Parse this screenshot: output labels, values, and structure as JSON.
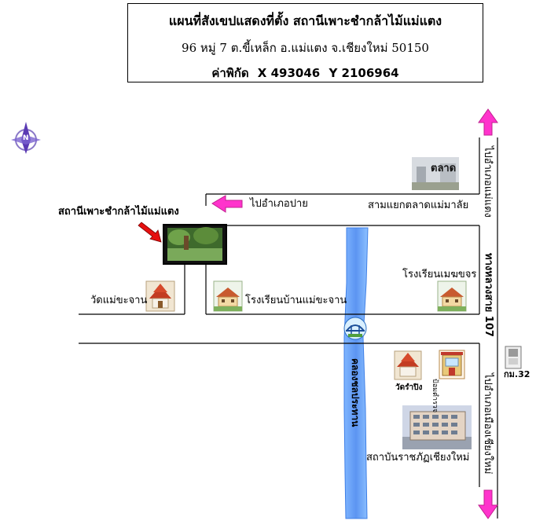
{
  "header": {
    "title": "แผนที่สังเขปแสดงที่ตั้ง สถานีเพาะชำกล้าไม้แม่แตง",
    "address": "96 หมู่ 7 ต.ขี้เหล็ก อ.แม่แตง จ.เชียงใหม่ 50150",
    "coord_label": "ค่าพิกัด",
    "coord_x": "X 493046",
    "coord_y": "Y 2106964"
  },
  "compass": {
    "letter": "N",
    "icon": "compass-north-icon"
  },
  "labels": {
    "station": "สถานีเพาะชำกล้าไม้แม่แตง",
    "to_pai": "ไปอำเภอปาย",
    "market_junction": "สามแยกตลาดแม่มาลัย",
    "market": "ตลาด",
    "to_maetang": "ไปอำเภอแม่แตง",
    "highway": "ทางหลวงสาย 107",
    "school_mengrai": "โรงเรียนเมฆขจร",
    "school_ban_maekajan": "โรงเรียนบ้านแม่ขะจาน",
    "wat_maekajan": "วัดแม่ขะจาน",
    "canal": "คลองชลประทาน",
    "wat_ramping": "วัดรำปิง",
    "police_box": "ป้อมตำรวจ",
    "km_marker": "กม.32",
    "to_chiangmai": "ไปอำเภอเมืองเชียงใหม่",
    "institute": "สถาบันราชภัฏเชียงใหม่"
  },
  "colors": {
    "arrow": "#ff33cc",
    "canal": "#6aa6ff",
    "canal_dark": "#3f7fe6",
    "station_marker": "#e61010",
    "compass": "#5a3ab3"
  }
}
